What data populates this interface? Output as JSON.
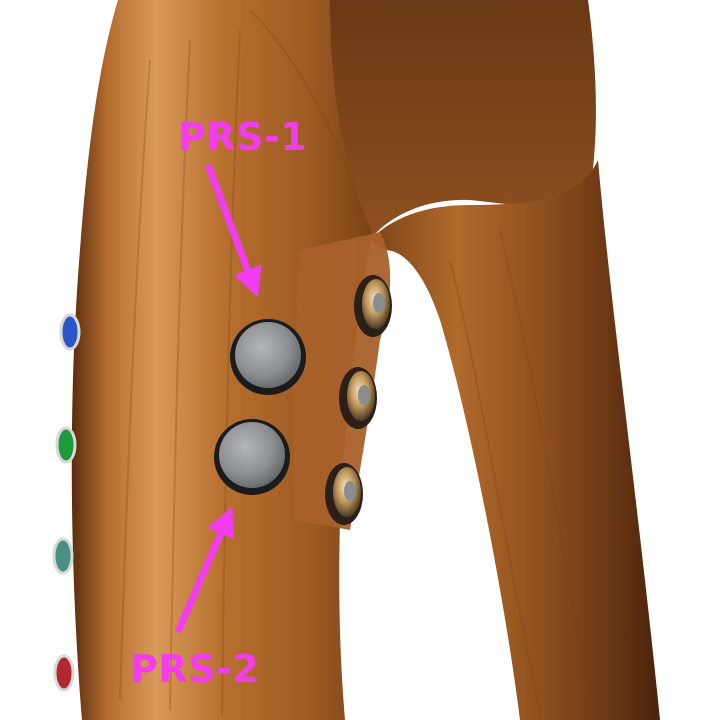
{
  "callouts": {
    "prs1": "PRS-1",
    "prs2": "PRS-2"
  },
  "colors": {
    "annotation": "#f23cf0",
    "wood_dark": "#6b3512",
    "wood_mid": "#a8622a",
    "wood_light": "#d99a5a",
    "button_face": "#8f9295",
    "button_rim": "#1c1b1b",
    "jack_ring": "#caa46a",
    "background": "#ffffff"
  },
  "objects": {
    "large_buttons": [
      "pressure-sensor-button",
      "pressure-sensor-button"
    ],
    "side_jacks": [
      "jack-connector",
      "jack-connector",
      "jack-connector"
    ],
    "edge_leds": [
      "blue",
      "green",
      "teal",
      "red"
    ]
  }
}
